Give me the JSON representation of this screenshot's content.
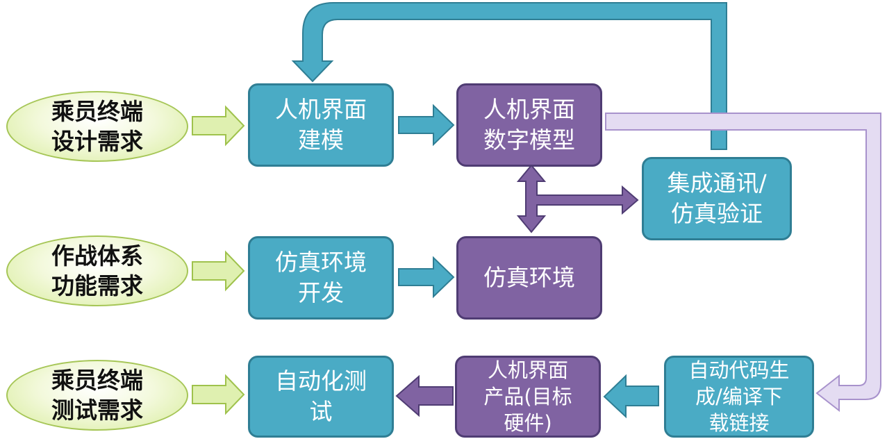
{
  "requirements": [
    {
      "id": "r1",
      "label": "乘员终端\n设计需求"
    },
    {
      "id": "r2",
      "label": "作战体系\n功能需求"
    },
    {
      "id": "r3",
      "label": "乘员终端\n测试需求"
    }
  ],
  "process_nodes": [
    {
      "id": "p1",
      "label": "人机界面\n建模"
    },
    {
      "id": "p2",
      "label": "仿真环境\n开发"
    },
    {
      "id": "p3",
      "label": "自动化测\n试"
    },
    {
      "id": "p4",
      "label": "集成通讯/\n仿真验证"
    },
    {
      "id": "p5",
      "label": "自动代码生\n成/编译下\n载链接"
    }
  ],
  "artifact_nodes": [
    {
      "id": "a1",
      "label": "人机界面\n数字模型"
    },
    {
      "id": "a2",
      "label": "仿真环境"
    },
    {
      "id": "a3",
      "label": "人机界面\n产品(目标\n硬件)"
    }
  ],
  "colors": {
    "teal": "#4aabc5",
    "purple": "#8063a2",
    "green_arrow": "#d9eea8",
    "lavender": "#e4dcf2"
  }
}
